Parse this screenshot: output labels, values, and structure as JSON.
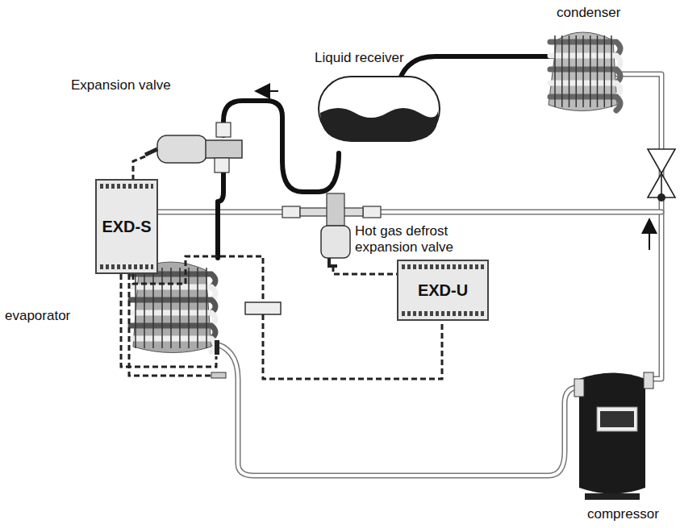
{
  "diagram": {
    "nodes": [
      {
        "text": [
          "EXD-S"
        ]
      },
      {
        "text": [
          "EXD-U"
        ]
      }
    ],
    "labels": [
      "condenser",
      "Liquid receiver",
      "Expansion valve",
      "Hot gas defrost expansion valve",
      "evaporator",
      "compressor"
    ]
  }
}
